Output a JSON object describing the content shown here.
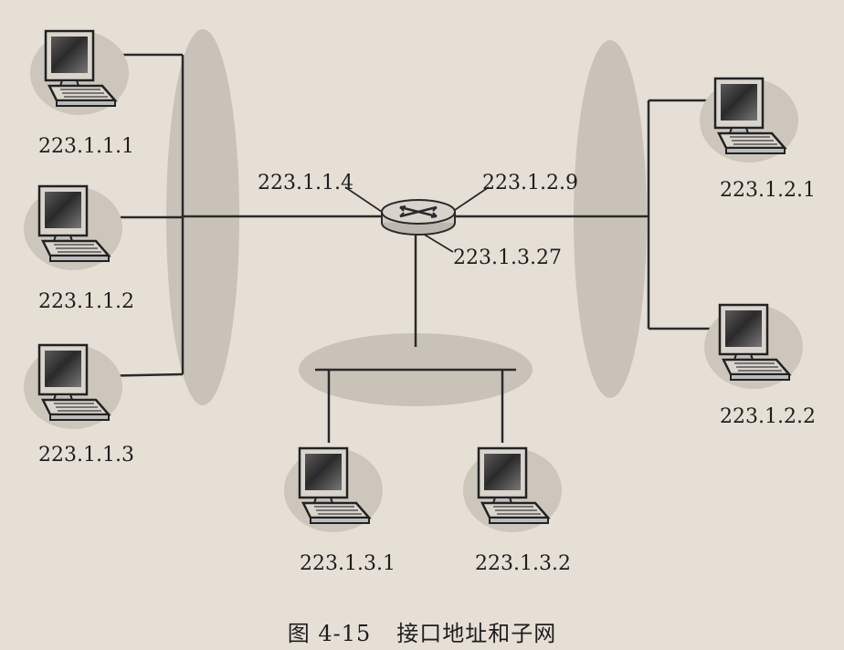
{
  "hosts": [
    {
      "id": "h1",
      "address": "223.1.1.1",
      "subnet": "223.1.1"
    },
    {
      "id": "h2",
      "address": "223.1.1.2",
      "subnet": "223.1.1"
    },
    {
      "id": "h3",
      "address": "223.1.1.3",
      "subnet": "223.1.1"
    },
    {
      "id": "h4",
      "address": "223.1.2.1",
      "subnet": "223.1.2"
    },
    {
      "id": "h5",
      "address": "223.1.2.2",
      "subnet": "223.1.2"
    },
    {
      "id": "h6",
      "address": "223.1.3.1",
      "subnet": "223.1.3"
    },
    {
      "id": "h7",
      "address": "223.1.3.2",
      "subnet": "223.1.3"
    }
  ],
  "router": {
    "interfaces": [
      {
        "id": "if-left",
        "address": "223.1.1.4"
      },
      {
        "id": "if-right",
        "address": "223.1.2.9"
      },
      {
        "id": "if-bottom",
        "address": "223.1.3.27"
      }
    ]
  },
  "caption": {
    "figure": "图 4-15",
    "title": "接口地址和子网"
  },
  "colors": {
    "background": "#e5dfd6",
    "subnet_blob": "#c9c2b8",
    "line": "#2a2a2a",
    "router_body": "#cfcac2"
  }
}
